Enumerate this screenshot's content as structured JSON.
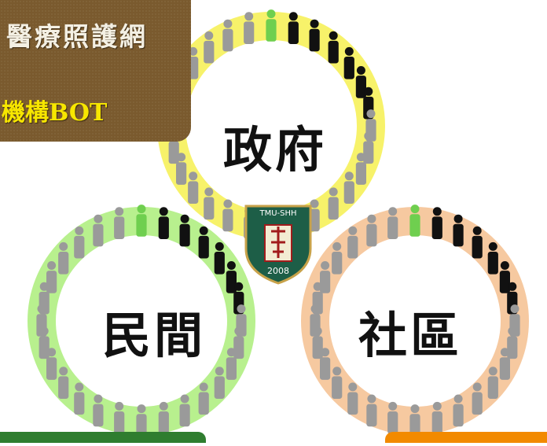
{
  "header": {
    "title": "醫療照護網",
    "subtitle": "機構BOT"
  },
  "circles": [
    {
      "label": "政府",
      "color": "#f7f26a",
      "key": "government"
    },
    {
      "label": "民間",
      "color": "#b8f08e",
      "key": "civil"
    },
    {
      "label": "社區",
      "color": "#f6c9a0",
      "key": "community"
    }
  ],
  "emblem": {
    "top_text": "TMU-SHH",
    "year": "2008"
  },
  "colors": {
    "label_bg": "#7a5a2e",
    "title_text": "#f4f0e4",
    "subtitle_text": "#f7e600",
    "figure_dark": "#111111",
    "figure_grey": "#9a9a9a",
    "figure_green": "#6fcf4f"
  }
}
